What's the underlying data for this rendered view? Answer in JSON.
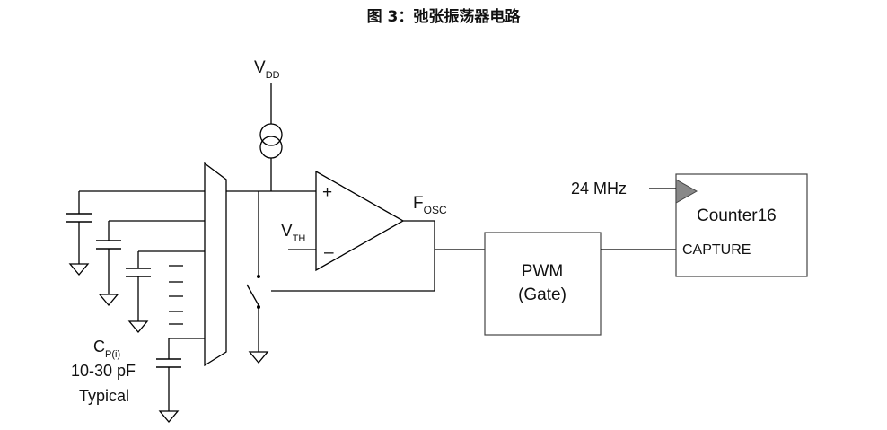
{
  "title": "图 3：弛张振荡器电路",
  "labels": {
    "vdd_main": "V",
    "vdd_sub": "DD",
    "vth_main": "V",
    "vth_sub": "TH",
    "fosc_main": "F",
    "fosc_sub": "OSC",
    "plus": "+",
    "minus": "–",
    "cp_main": "C",
    "cp_sub": "P(i)",
    "cp_range": "10-30 pF",
    "cp_typical": "Typical",
    "pwm_line1": "PWM",
    "pwm_line2": "(Gate)",
    "clock": "24 MHz",
    "counter": "Counter16",
    "capture": "CAPTURE"
  }
}
